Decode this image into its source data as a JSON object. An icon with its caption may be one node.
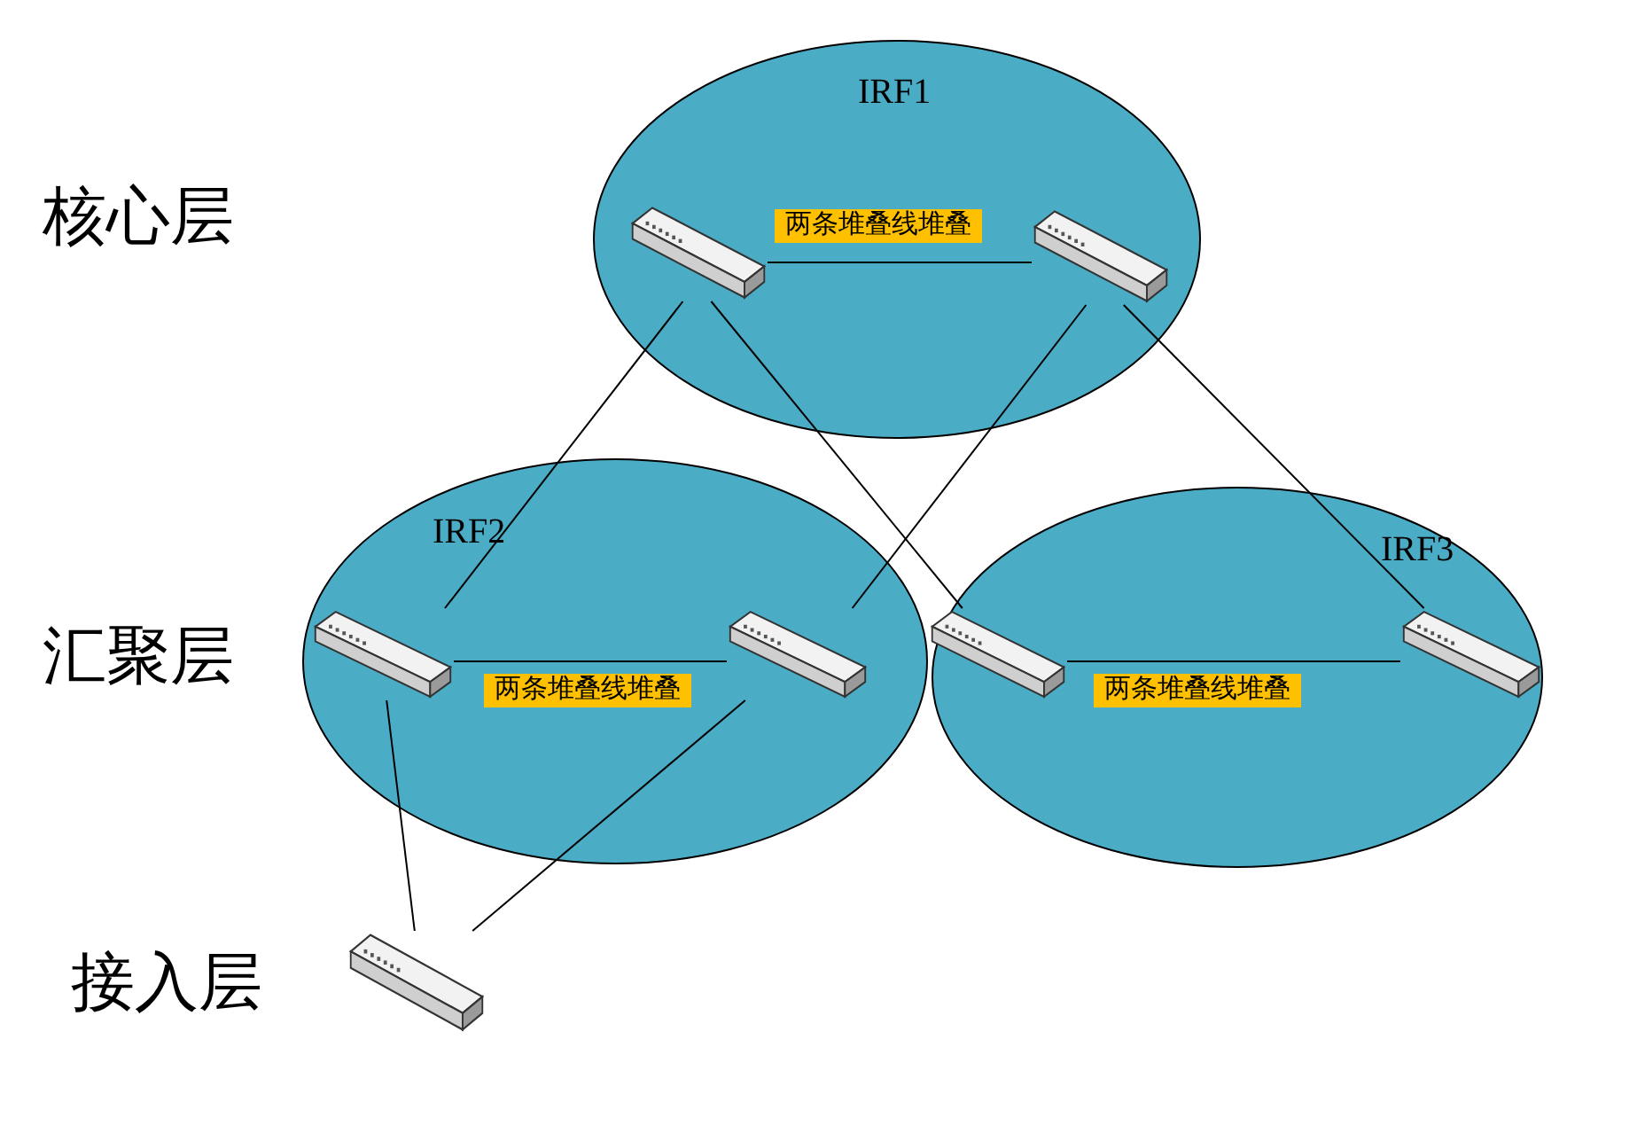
{
  "diagram": {
    "nodes": [
      {
        "text": [
          "IRF1"
        ]
      },
      {
        "text": [],
        "shape": "switch",
        "in": 0
      },
      {
        "text": [],
        "shape": "switch",
        "in": 0
      },
      {
        "text": [
          "IRF2"
        ]
      },
      {
        "text": [],
        "shape": "switch",
        "in": 3
      },
      {
        "text": [],
        "shape": "switch",
        "in": 3
      },
      {
        "text": [
          "IRF3"
        ]
      },
      {
        "text": [],
        "shape": "switch",
        "in": 6
      },
      {
        "text": [],
        "shape": "switch",
        "in": 6
      },
      {
        "text": [],
        "shape": "switch"
      }
    ],
    "edges": [
      {
        "from": 1,
        "to": 2,
        "arrow": "none",
        "label": "两条堆叠线堆叠"
      },
      {
        "from": 4,
        "to": 5,
        "arrow": "none",
        "label": "两条堆叠线堆叠"
      },
      {
        "from": 7,
        "to": 8,
        "arrow": "none",
        "label": "两条堆叠线堆叠"
      },
      {
        "from": 1,
        "to": 4,
        "arrow": "none"
      },
      {
        "from": 1,
        "to": 7,
        "arrow": "none"
      },
      {
        "from": 2,
        "to": 5,
        "arrow": "none"
      },
      {
        "from": 2,
        "to": 8,
        "arrow": "none"
      },
      {
        "from": 9,
        "to": 4,
        "arrow": "none"
      },
      {
        "from": 9,
        "to": 5,
        "arrow": "none"
      }
    ],
    "labels": [
      "核心层",
      "汇聚层",
      "接入层"
    ]
  }
}
